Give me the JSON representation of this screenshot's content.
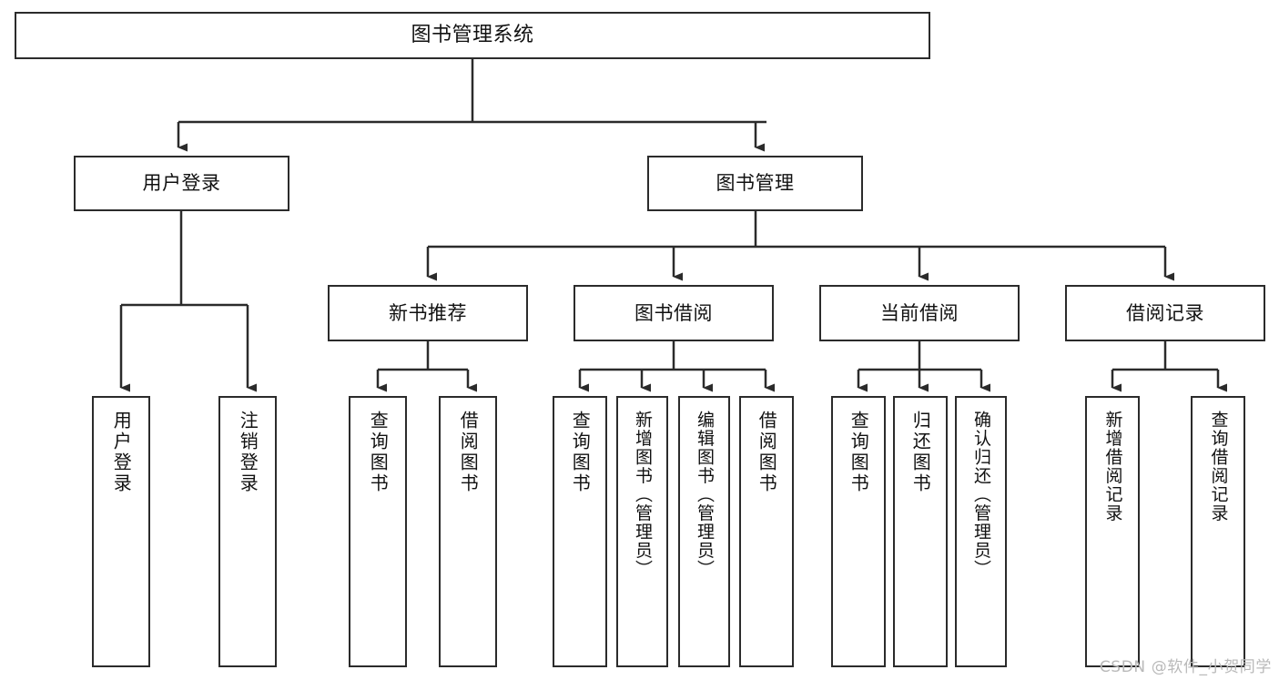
{
  "diagram": {
    "title": "图书管理系统",
    "watermark": "CSDN @软件_小贺同学",
    "line_color": "#2b2b2b",
    "box_border_color": "#2b2b2b",
    "box_fill_color": "#ffffff",
    "text_color": "#111111",
    "watermark_color": "#b9b9b9"
  },
  "nodes": {
    "root": {
      "label": "图书管理系统"
    },
    "level2": [
      {
        "label": "用户登录"
      },
      {
        "label": "图书管理"
      }
    ],
    "level3": [
      {
        "label": "新书推荐"
      },
      {
        "label": "图书借阅"
      },
      {
        "label": "当前借阅"
      },
      {
        "label": "借阅记录"
      }
    ],
    "leaves": {
      "user_login": [
        {
          "label": "用户登录"
        },
        {
          "label": "注销登录"
        }
      ],
      "new_book_recommend": [
        {
          "label": "查询图书"
        },
        {
          "label": "借阅图书"
        }
      ],
      "book_borrow": [
        {
          "label": "查询图书"
        },
        {
          "label": "新增图书（管理员）"
        },
        {
          "label": "编辑图书（管理员）"
        },
        {
          "label": "借阅图书"
        }
      ],
      "current_borrow": [
        {
          "label": "查询图书"
        },
        {
          "label": "归还图书"
        },
        {
          "label": "确认归还（管理员）"
        }
      ],
      "borrow_record": [
        {
          "label": "新增借阅记录"
        },
        {
          "label": "查询借阅记录"
        }
      ]
    }
  }
}
